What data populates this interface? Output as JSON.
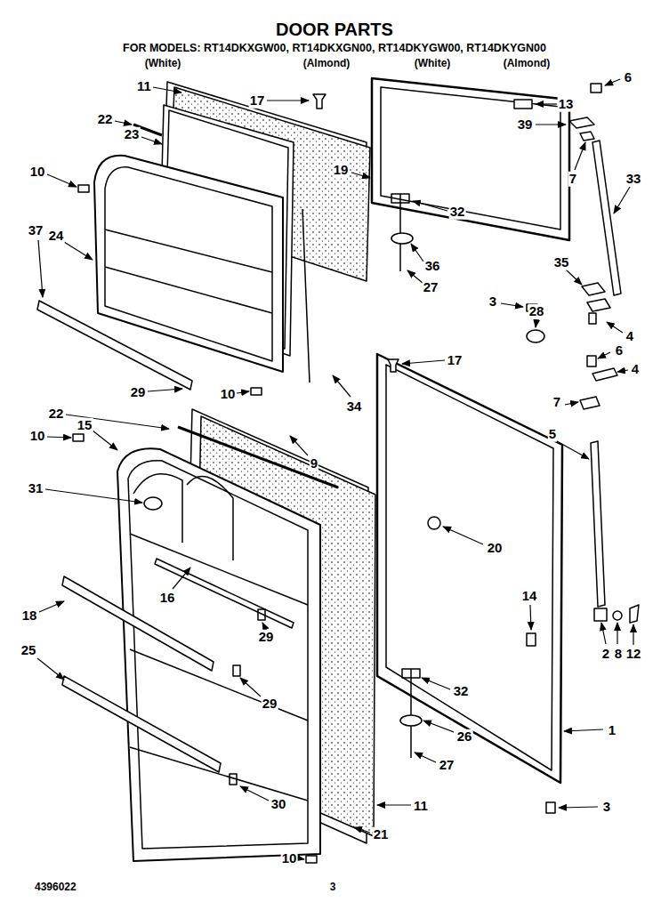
{
  "diagram": {
    "title": "DOOR PARTS",
    "labels": [
      "FOR MODELS: RT14DKXGW00, RT14DKXGN00, RT14DKYGW00, RT14DKYGN00",
      "(White)",
      "(Almond)",
      "(White)",
      "(Almond)",
      "11",
      "17",
      "13",
      "6",
      "22",
      "23",
      "39",
      "19",
      "7",
      "33",
      "10",
      "32",
      "24",
      "37",
      "36",
      "35",
      "27",
      "3",
      "4",
      "6",
      "17",
      "28",
      "29",
      "10",
      "34",
      "22",
      "7",
      "4",
      "10",
      "15",
      "9",
      "5",
      "31",
      "20",
      "16",
      "18",
      "14",
      "29",
      "12",
      "2",
      "8",
      "25",
      "32",
      "29",
      "1",
      "26",
      "27",
      "30",
      "3",
      "10",
      "21",
      "11",
      "4396022",
      "3"
    ]
  }
}
